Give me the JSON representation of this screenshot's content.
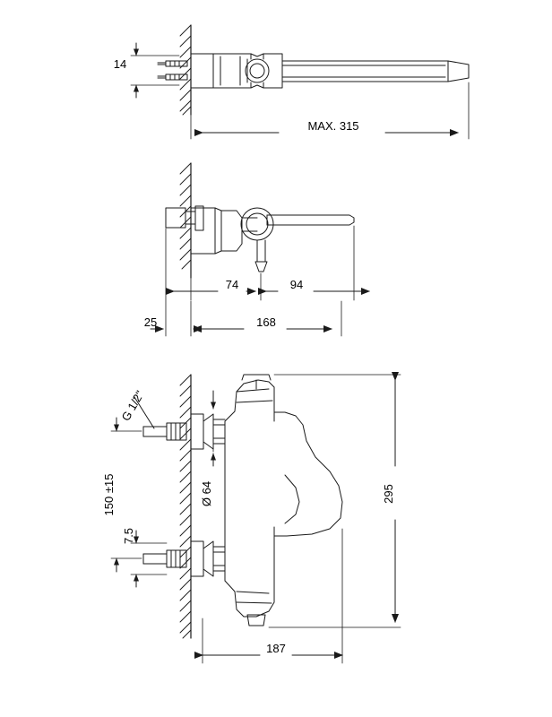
{
  "drawing": {
    "title": "Wall-mounted bath/shower mixer technical dimension drawing",
    "units": "mm",
    "line_color": "#1a1a1a",
    "background": "#ffffff",
    "views": [
      {
        "name": "top-view",
        "labels": [
          {
            "id": "top-14",
            "text": "14"
          },
          {
            "id": "top-max315",
            "text": "MAX. 315"
          }
        ]
      },
      {
        "name": "side-view",
        "labels": [
          {
            "id": "side-74",
            "text": "74"
          },
          {
            "id": "side-94",
            "text": "94"
          },
          {
            "id": "side-25",
            "text": "25"
          },
          {
            "id": "side-168",
            "text": "168"
          }
        ]
      },
      {
        "name": "front-view",
        "labels": [
          {
            "id": "front-thread",
            "text": "G 1/2\""
          },
          {
            "id": "front-150",
            "text": "150 ±15"
          },
          {
            "id": "front-75",
            "text": "7.5"
          },
          {
            "id": "front-diam64",
            "text": "Ø 64"
          },
          {
            "id": "front-295",
            "text": "295"
          },
          {
            "id": "front-187",
            "text": "187"
          }
        ]
      }
    ]
  }
}
